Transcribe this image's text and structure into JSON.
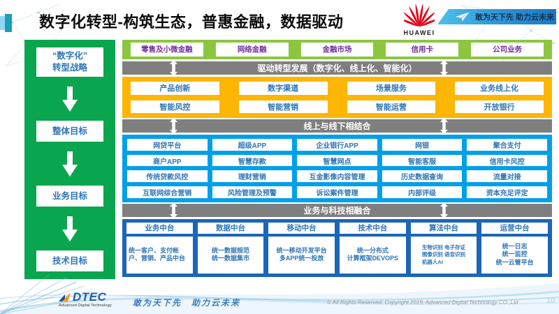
{
  "title": "数字化转型-构筑生态，普惠金融，数据驱动",
  "header": {
    "logo_text": "HUAWEI",
    "ribbon_slogan": "敢为天下先 助力云未来"
  },
  "colors": {
    "sidebar_green": "#0AA64F",
    "band_green": "#8CC63F",
    "band_yellow": "#FCB603",
    "band_blue": "#00A0E9",
    "band_dark_blue": "#1A66B8",
    "bar_gray": "#7F7F7F",
    "text_purple": "#7030A0",
    "text_blue": "#2E75B6",
    "huawei_red": "#E2001A"
  },
  "sidebar": {
    "items": [
      {
        "label": "“数字化”\n转型战略"
      },
      {
        "label": "整体目标"
      },
      {
        "label": "业务目标"
      },
      {
        "label": "技术目标"
      }
    ]
  },
  "business_lines": [
    "零售及小微金融",
    "网络金融",
    "金融市场",
    "信用卡",
    "公司业务"
  ],
  "bars": {
    "drive": "驱动转型发展（数字化、线上化、智能化）",
    "online_offline": "线上与线下相结合",
    "tech_fusion": "业务与科技相融合"
  },
  "capabilities": {
    "rows": [
      [
        "产品创新",
        "数字渠道",
        "场景服务",
        "业务线上化"
      ],
      [
        "智能风控",
        "智能营销",
        "智能运营",
        "开放银行"
      ]
    ]
  },
  "applications": {
    "rows": [
      [
        "网贷平台",
        "超级APP",
        "企业银行APP",
        "网银",
        "聚合支付"
      ],
      [
        "商户APP",
        "智慧存款",
        "智慧网点",
        "智能客服",
        "信用卡风控"
      ],
      [
        "传统贷款风控",
        "理财营销",
        "互金影像内容管理",
        "历史数据查询",
        "流量对接"
      ],
      [
        "互联网综合营销",
        "风险管理及预警",
        "诉讼案件管理",
        "内部评级",
        "资本充足评定"
      ]
    ]
  },
  "platforms": {
    "columns": [
      {
        "header": "业务中台",
        "detail": "统一客户、支付帐户、营销、产品中台"
      },
      {
        "header": "数据中台",
        "detail": "统一数据规范\n统一数据集市"
      },
      {
        "header": "移动中台",
        "detail": "统一移动开发平台\n多APP统一投放"
      },
      {
        "header": "技术中台",
        "detail": "统一分布式\n计算框架DEVOPS"
      },
      {
        "header": "算法中台",
        "detail": "生物识别 电子存证\n图像识别 语音识别\n机器人AI"
      },
      {
        "header": "运营中台",
        "detail": "统一日志\n统一监控\n统一云管平台"
      }
    ]
  },
  "footer": {
    "logo_text": "DTEC",
    "logo_subtext": "Advanced Digital Technology",
    "slogan": "敢为天下先　助力云未来",
    "copyright": "© All Rights Reserved. Copyright 2019. Advanced Digital Technology CO.,Ltd",
    "page_number": "10"
  }
}
